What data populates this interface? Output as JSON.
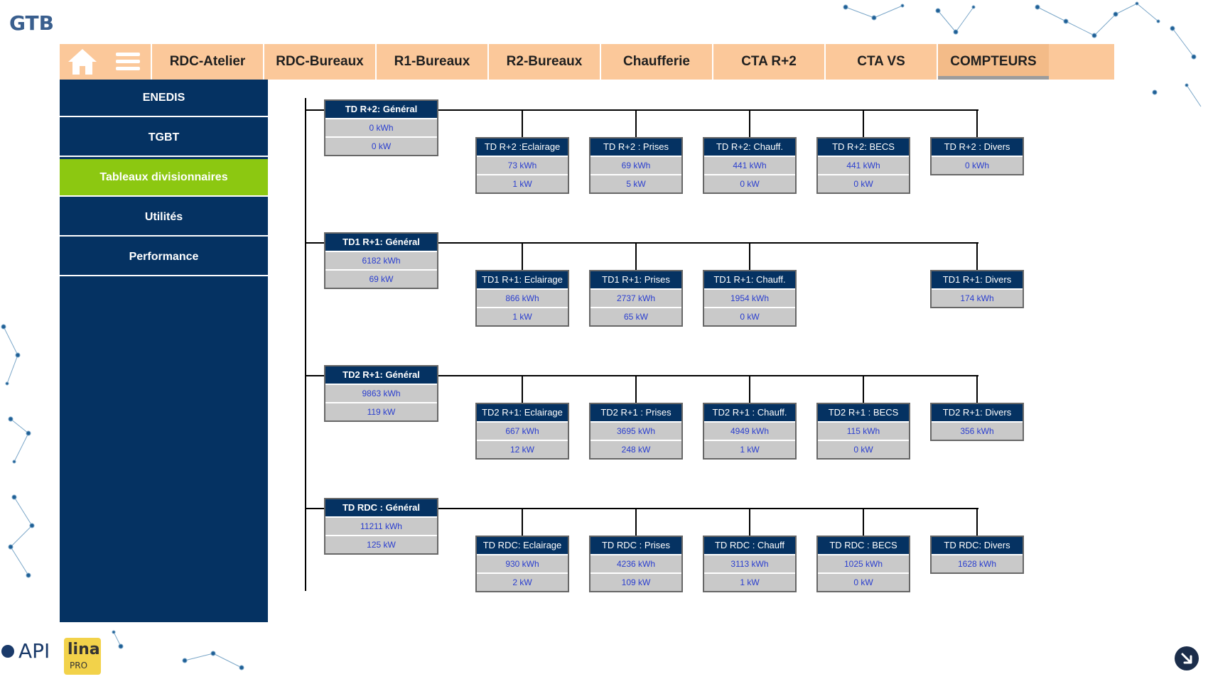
{
  "app": {
    "title": "GTB"
  },
  "nav": {
    "tabs": [
      {
        "label": "RDC-Atelier",
        "active": false
      },
      {
        "label": "RDC-Bureaux",
        "active": false
      },
      {
        "label": "R1-Bureaux",
        "active": false
      },
      {
        "label": "R2-Bureaux",
        "active": false
      },
      {
        "label": "Chaufferie",
        "active": false
      },
      {
        "label": "CTA R+2",
        "active": false
      },
      {
        "label": "CTA VS",
        "active": false
      },
      {
        "label": "COMPTEURS",
        "active": true
      }
    ]
  },
  "sidebar": {
    "items": [
      {
        "label": "ENEDIS",
        "active": false
      },
      {
        "label": "TGBT",
        "active": false
      },
      {
        "label": "Tableaux divisionnaires",
        "active": true
      },
      {
        "label": "Utilités",
        "active": false
      },
      {
        "label": "Performance",
        "active": false
      }
    ]
  },
  "groups": [
    {
      "main": {
        "name": "TD R+2: Général",
        "energy": "0 kWh",
        "power": "0 kW"
      },
      "children": [
        {
          "name": "TD R+2 :Eclairage",
          "energy": "73 kWh",
          "power": "1 kW"
        },
        {
          "name": "TD R+2 : Prises",
          "energy": "69 kWh",
          "power": "5 kW"
        },
        {
          "name": "TD R+2: Chauff.",
          "energy": "441 kWh",
          "power": "0 kW"
        },
        {
          "name": "TD R+2: BECS",
          "energy": "441 kWh",
          "power": "0 kW"
        },
        {
          "name": "TD R+2 : Divers",
          "energy": "0 kWh"
        }
      ]
    },
    {
      "main": {
        "name": "TD1 R+1: Général",
        "energy": "6182 kWh",
        "power": "69 kW"
      },
      "children": [
        {
          "name": "TD1 R+1: Eclairage",
          "energy": "866 kWh",
          "power": "1 kW"
        },
        {
          "name": "TD1 R+1: Prises",
          "energy": "2737 kWh",
          "power": "65 kW"
        },
        {
          "name": "TD1 R+1: Chauff.",
          "energy": "1954 kWh",
          "power": "0 kW"
        },
        null,
        {
          "name": "TD1 R+1: Divers",
          "energy": "174 kWh"
        }
      ]
    },
    {
      "main": {
        "name": "TD2 R+1: Général",
        "energy": "9863 kWh",
        "power": "119 kW"
      },
      "children": [
        {
          "name": "TD2 R+1: Eclairage",
          "energy": "667 kWh",
          "power": "12 kW"
        },
        {
          "name": "TD2 R+1 : Prises",
          "energy": "3695 kWh",
          "power": "248 kW"
        },
        {
          "name": "TD2 R+1 : Chauff.",
          "energy": "4949 kWh",
          "power": "1 kW"
        },
        {
          "name": "TD2 R+1 : BECS",
          "energy": "115 kWh",
          "power": "0 kW"
        },
        {
          "name": "TD2 R+1: Divers",
          "energy": "356 kWh"
        }
      ]
    },
    {
      "main": {
        "name": "TD RDC : Général",
        "energy": "11211 kWh",
        "power": "125 kW"
      },
      "children": [
        {
          "name": "TD RDC: Eclairage",
          "energy": "930 kWh",
          "power": "2 kW"
        },
        {
          "name": "TD RDC : Prises",
          "energy": "4236 kWh",
          "power": "109 kW"
        },
        {
          "name": "TD RDC : Chauff",
          "energy": "3113 kWh",
          "power": "1 kW"
        },
        {
          "name": "TD RDC : BECS",
          "energy": "1025 kWh",
          "power": "0 kW"
        },
        {
          "name": "TD RDC: Divers",
          "energy": "1628 kWh"
        }
      ]
    }
  ],
  "branding": {
    "logo1": "API",
    "logo2_top": "lina",
    "logo2_bottom": "PRO"
  }
}
